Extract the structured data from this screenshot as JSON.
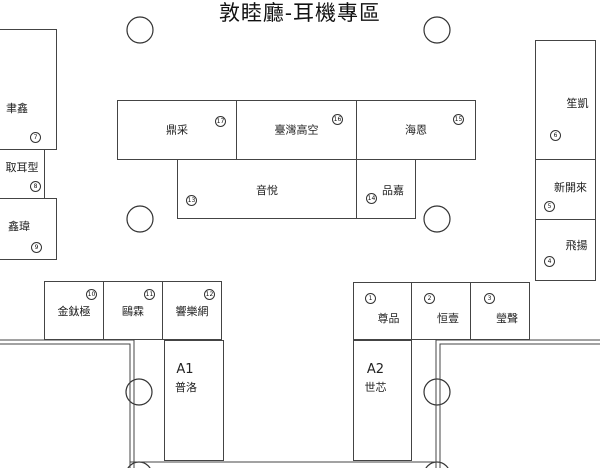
{
  "title": "敦睦廳-耳機專區",
  "booths": {
    "b17": {
      "name": "鼎采",
      "num": "17"
    },
    "b16": {
      "name": "臺灣高空",
      "num": "16"
    },
    "b15": {
      "name": "海恩",
      "num": "15"
    },
    "b13": {
      "name": "音悅",
      "num": "13"
    },
    "b14": {
      "name": "品嘉",
      "num": "14"
    },
    "b7": {
      "name": "聿鑫",
      "num": "7"
    },
    "b8": {
      "name": "取耳型",
      "num": "8"
    },
    "b9": {
      "name": "鑫瑋",
      "num": "9"
    },
    "b6": {
      "name": "笙凱",
      "num": "6"
    },
    "b5": {
      "name": "新開來",
      "num": "5"
    },
    "b4": {
      "name": "飛揚",
      "num": "4"
    },
    "b10": {
      "name": "金鈦極",
      "num": "10"
    },
    "b11": {
      "name": "鷗霖",
      "num": "11"
    },
    "b12": {
      "name": "響樂網",
      "num": "12"
    },
    "b1": {
      "name": "尊品",
      "num": "1"
    },
    "b2": {
      "name": "恒壹",
      "num": "2"
    },
    "b3": {
      "name": "瑩聲",
      "num": "3"
    },
    "a1": {
      "zone": "A1",
      "name": "普洛"
    },
    "a2": {
      "zone": "A2",
      "name": "世芯"
    }
  }
}
